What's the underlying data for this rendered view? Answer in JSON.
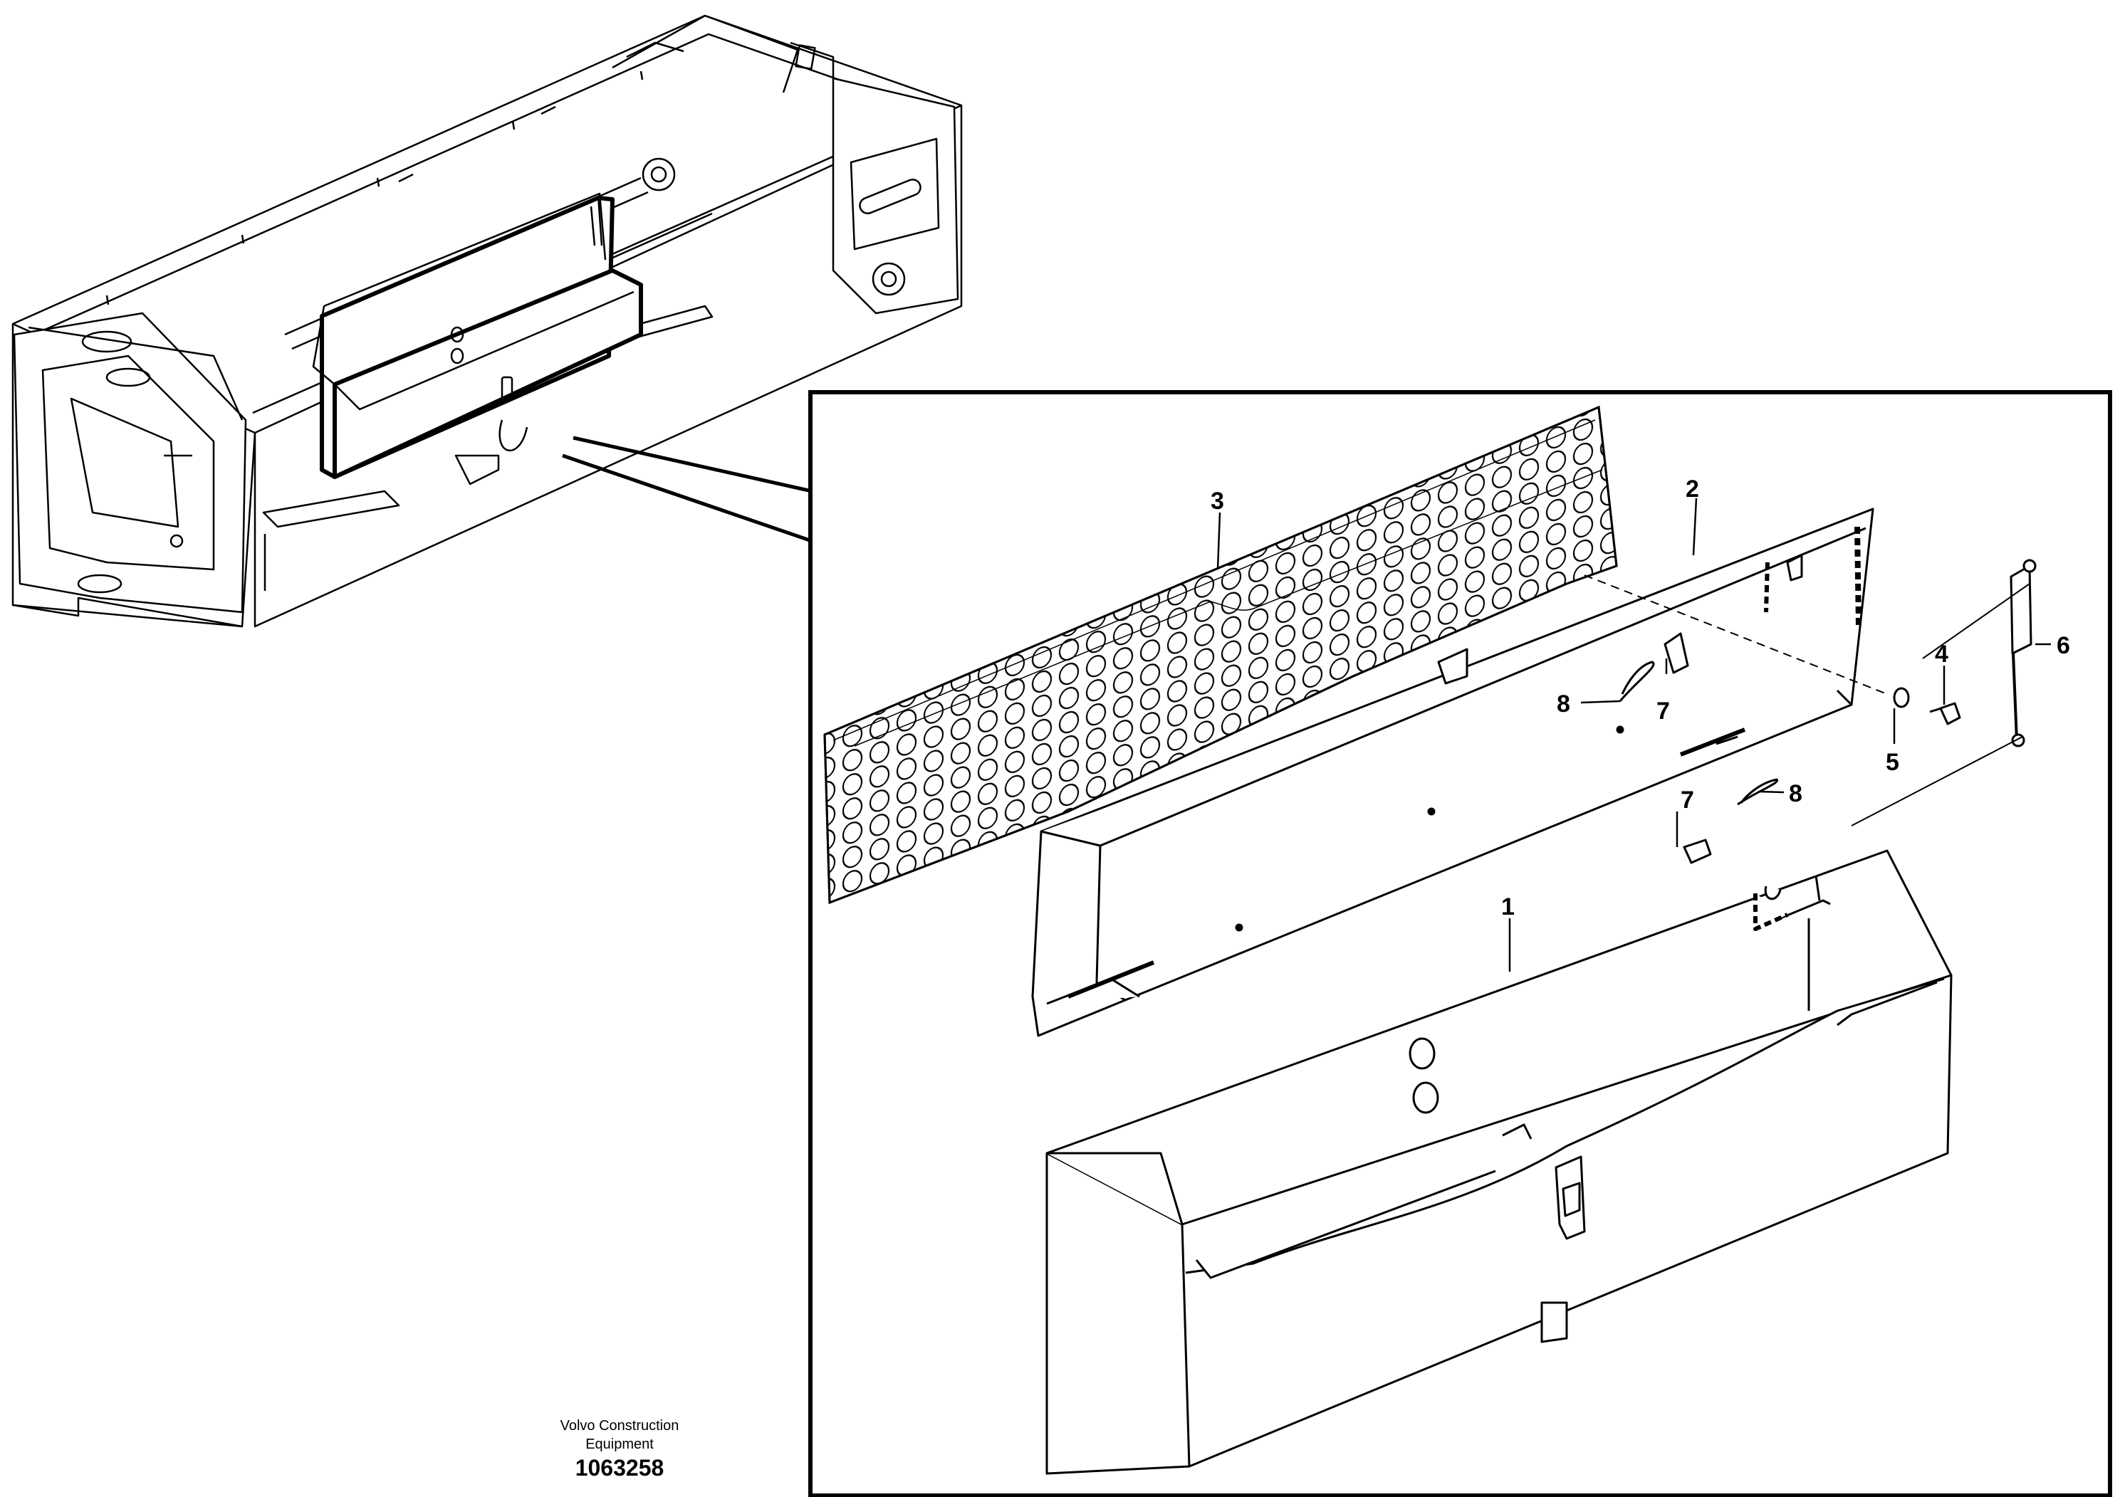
{
  "callouts": [
    {
      "id": "1",
      "label": "1"
    },
    {
      "id": "2",
      "label": "2"
    },
    {
      "id": "3",
      "label": "3"
    },
    {
      "id": "4",
      "label": "4"
    },
    {
      "id": "5",
      "label": "5"
    },
    {
      "id": "6",
      "label": "6"
    },
    {
      "id": "7a",
      "label": "7"
    },
    {
      "id": "7b",
      "label": "7"
    },
    {
      "id": "8a",
      "label": "8"
    },
    {
      "id": "8b",
      "label": "8"
    }
  ],
  "footer": {
    "manufacturer_line1": "Volvo Construction",
    "manufacturer_line2": "Equipment",
    "illustration_number": "1063258"
  }
}
